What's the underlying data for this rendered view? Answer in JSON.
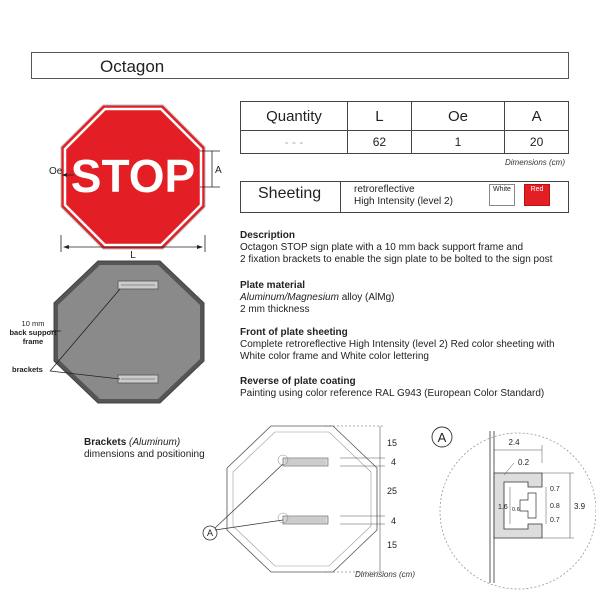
{
  "title": "Octagon",
  "stop_sign": {
    "text": "STOP",
    "label_oe": "Oe",
    "label_a": "A",
    "label_l": "L"
  },
  "quantity_table": {
    "headers": [
      "Quantity",
      "L",
      "Oe",
      "A"
    ],
    "values": [
      "- - -",
      "62",
      "1",
      "20"
    ],
    "note": "Dimensions (cm)"
  },
  "sheeting": {
    "label": "Sheeting",
    "line1": "retroreflective",
    "line2": "High Intensity (level 2)",
    "swatch_white": "White",
    "swatch_red": "Red"
  },
  "back_view": {
    "frame_label_1": "10 mm",
    "frame_label_2": "back support",
    "frame_label_3": "frame",
    "brackets_label": "brackets"
  },
  "sections": {
    "description_title": "Description",
    "description_line1": "Octagon STOP sign plate with a 10 mm back support frame and",
    "description_line2": "2 fixation brackets to enable the sign plate to be bolted to the sign post",
    "material_title": "Plate material",
    "material_italic": "Aluminum/Magnesium",
    "material_rest": " alloy (AlMg)",
    "material_line2": "2 mm thickness",
    "front_title": "Front of plate sheeting",
    "front_line1": "Complete retroreflective High Intensity (level 2) Red color sheeting with",
    "front_line2": "White color frame and White color lettering",
    "reverse_title": "Reverse of plate coating",
    "reverse_line1": "Painting using color reference RAL G943 (European Color Standard)"
  },
  "brackets_section": {
    "title_bold": "Brackets",
    "title_italic": "(Aluminum)",
    "line2": "dimensions and positioning",
    "dim_15_top": "15",
    "dim_4_top": "4",
    "dim_25": "25",
    "dim_4_bottom": "4",
    "dim_15_bottom": "15",
    "callout": "A",
    "note": "Dimensions (cm)"
  },
  "detail_a": {
    "callout": "A",
    "dim_2_4": "2.4",
    "dim_0_2": "0.2",
    "dim_0_7_top": "0.7",
    "dim_0_8": "0.8",
    "dim_0_7_bottom": "0.7",
    "dim_1_6": "1.6",
    "dim_0_6": "0.6",
    "dim_3_9": "3.9"
  },
  "colors": {
    "stop_red": "#e31e24",
    "plate_gray": "#8a8a8a",
    "frame_dark": "#555555"
  }
}
